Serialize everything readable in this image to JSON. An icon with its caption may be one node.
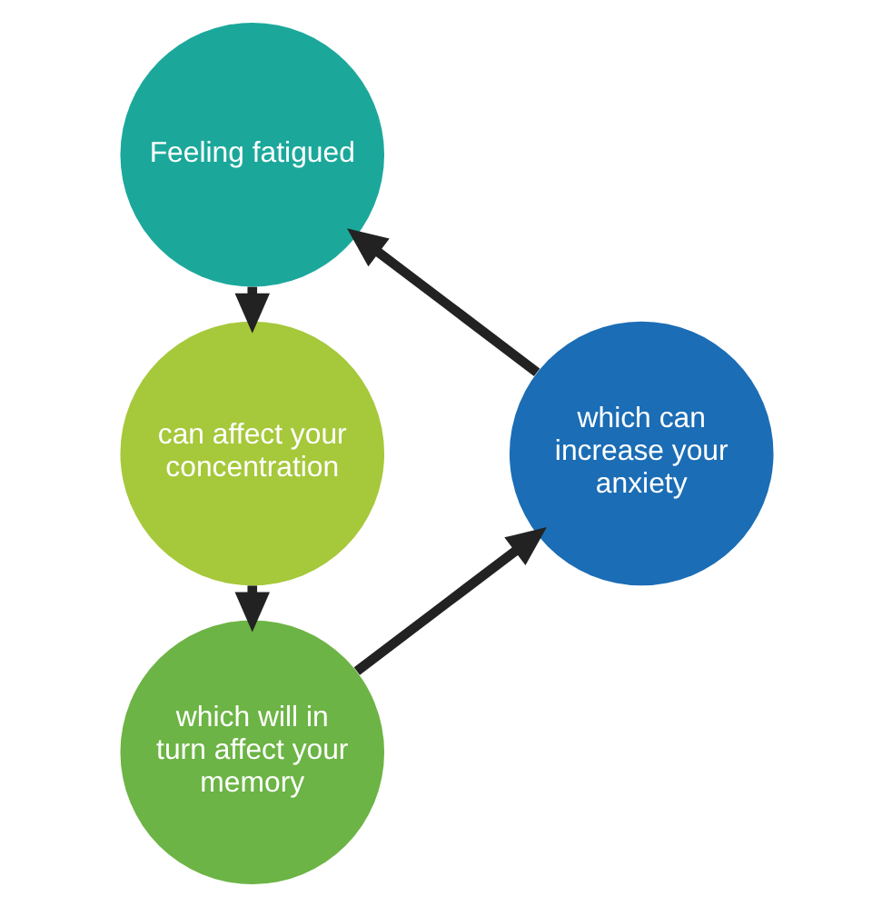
{
  "diagram": {
    "nodes": [
      {
        "text": [
          "Feeling fatigued"
        ]
      },
      {
        "text": [
          "can affect your concentration"
        ]
      },
      {
        "text": [
          "which will in turn affect your memory"
        ]
      },
      {
        "text": [
          "which can increase your anxiety"
        ]
      }
    ],
    "edges": [
      {
        "from": 0,
        "to": 1,
        "arrow": "to"
      },
      {
        "from": 1,
        "to": 2,
        "arrow": "to"
      },
      {
        "from": 2,
        "to": 3,
        "arrow": "to"
      },
      {
        "from": 3,
        "to": 0,
        "arrow": "to"
      }
    ]
  }
}
